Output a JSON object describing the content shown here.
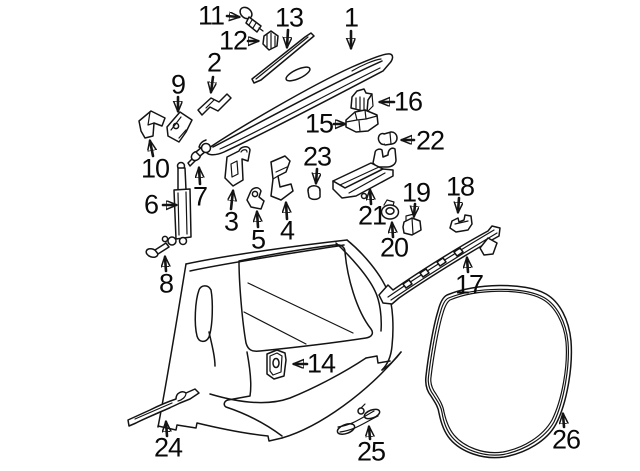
{
  "diagram": {
    "description": "Exploded parts diagram of vehicle liftgate / rear body area",
    "background_color": "#ffffff",
    "line_color": "#141414",
    "callout_count": "26"
  },
  "callouts": [
    {
      "number": "1",
      "arrow_direction": "down"
    },
    {
      "number": "2",
      "arrow_direction": "down"
    },
    {
      "number": "3",
      "arrow_direction": "up"
    },
    {
      "number": "4",
      "arrow_direction": "up"
    },
    {
      "number": "5",
      "arrow_direction": "up"
    },
    {
      "number": "6",
      "arrow_direction": "right"
    },
    {
      "number": "7",
      "arrow_direction": "up"
    },
    {
      "number": "8",
      "arrow_direction": "up"
    },
    {
      "number": "9",
      "arrow_direction": "down"
    },
    {
      "number": "10",
      "arrow_direction": "up"
    },
    {
      "number": "11",
      "arrow_direction": "right"
    },
    {
      "number": "12",
      "arrow_direction": "right"
    },
    {
      "number": "13",
      "arrow_direction": "down"
    },
    {
      "number": "14",
      "arrow_direction": "left"
    },
    {
      "number": "15",
      "arrow_direction": "right"
    },
    {
      "number": "16",
      "arrow_direction": "left"
    },
    {
      "number": "17",
      "arrow_direction": "up"
    },
    {
      "number": "18",
      "arrow_direction": "down"
    },
    {
      "number": "19",
      "arrow_direction": "down"
    },
    {
      "number": "20",
      "arrow_direction": "up"
    },
    {
      "number": "21",
      "arrow_direction": "up"
    },
    {
      "number": "22",
      "arrow_direction": "left"
    },
    {
      "number": "23",
      "arrow_direction": "down"
    },
    {
      "number": "24",
      "arrow_direction": "up"
    },
    {
      "number": "25",
      "arrow_direction": "up"
    },
    {
      "number": "26",
      "arrow_direction": "up"
    }
  ]
}
